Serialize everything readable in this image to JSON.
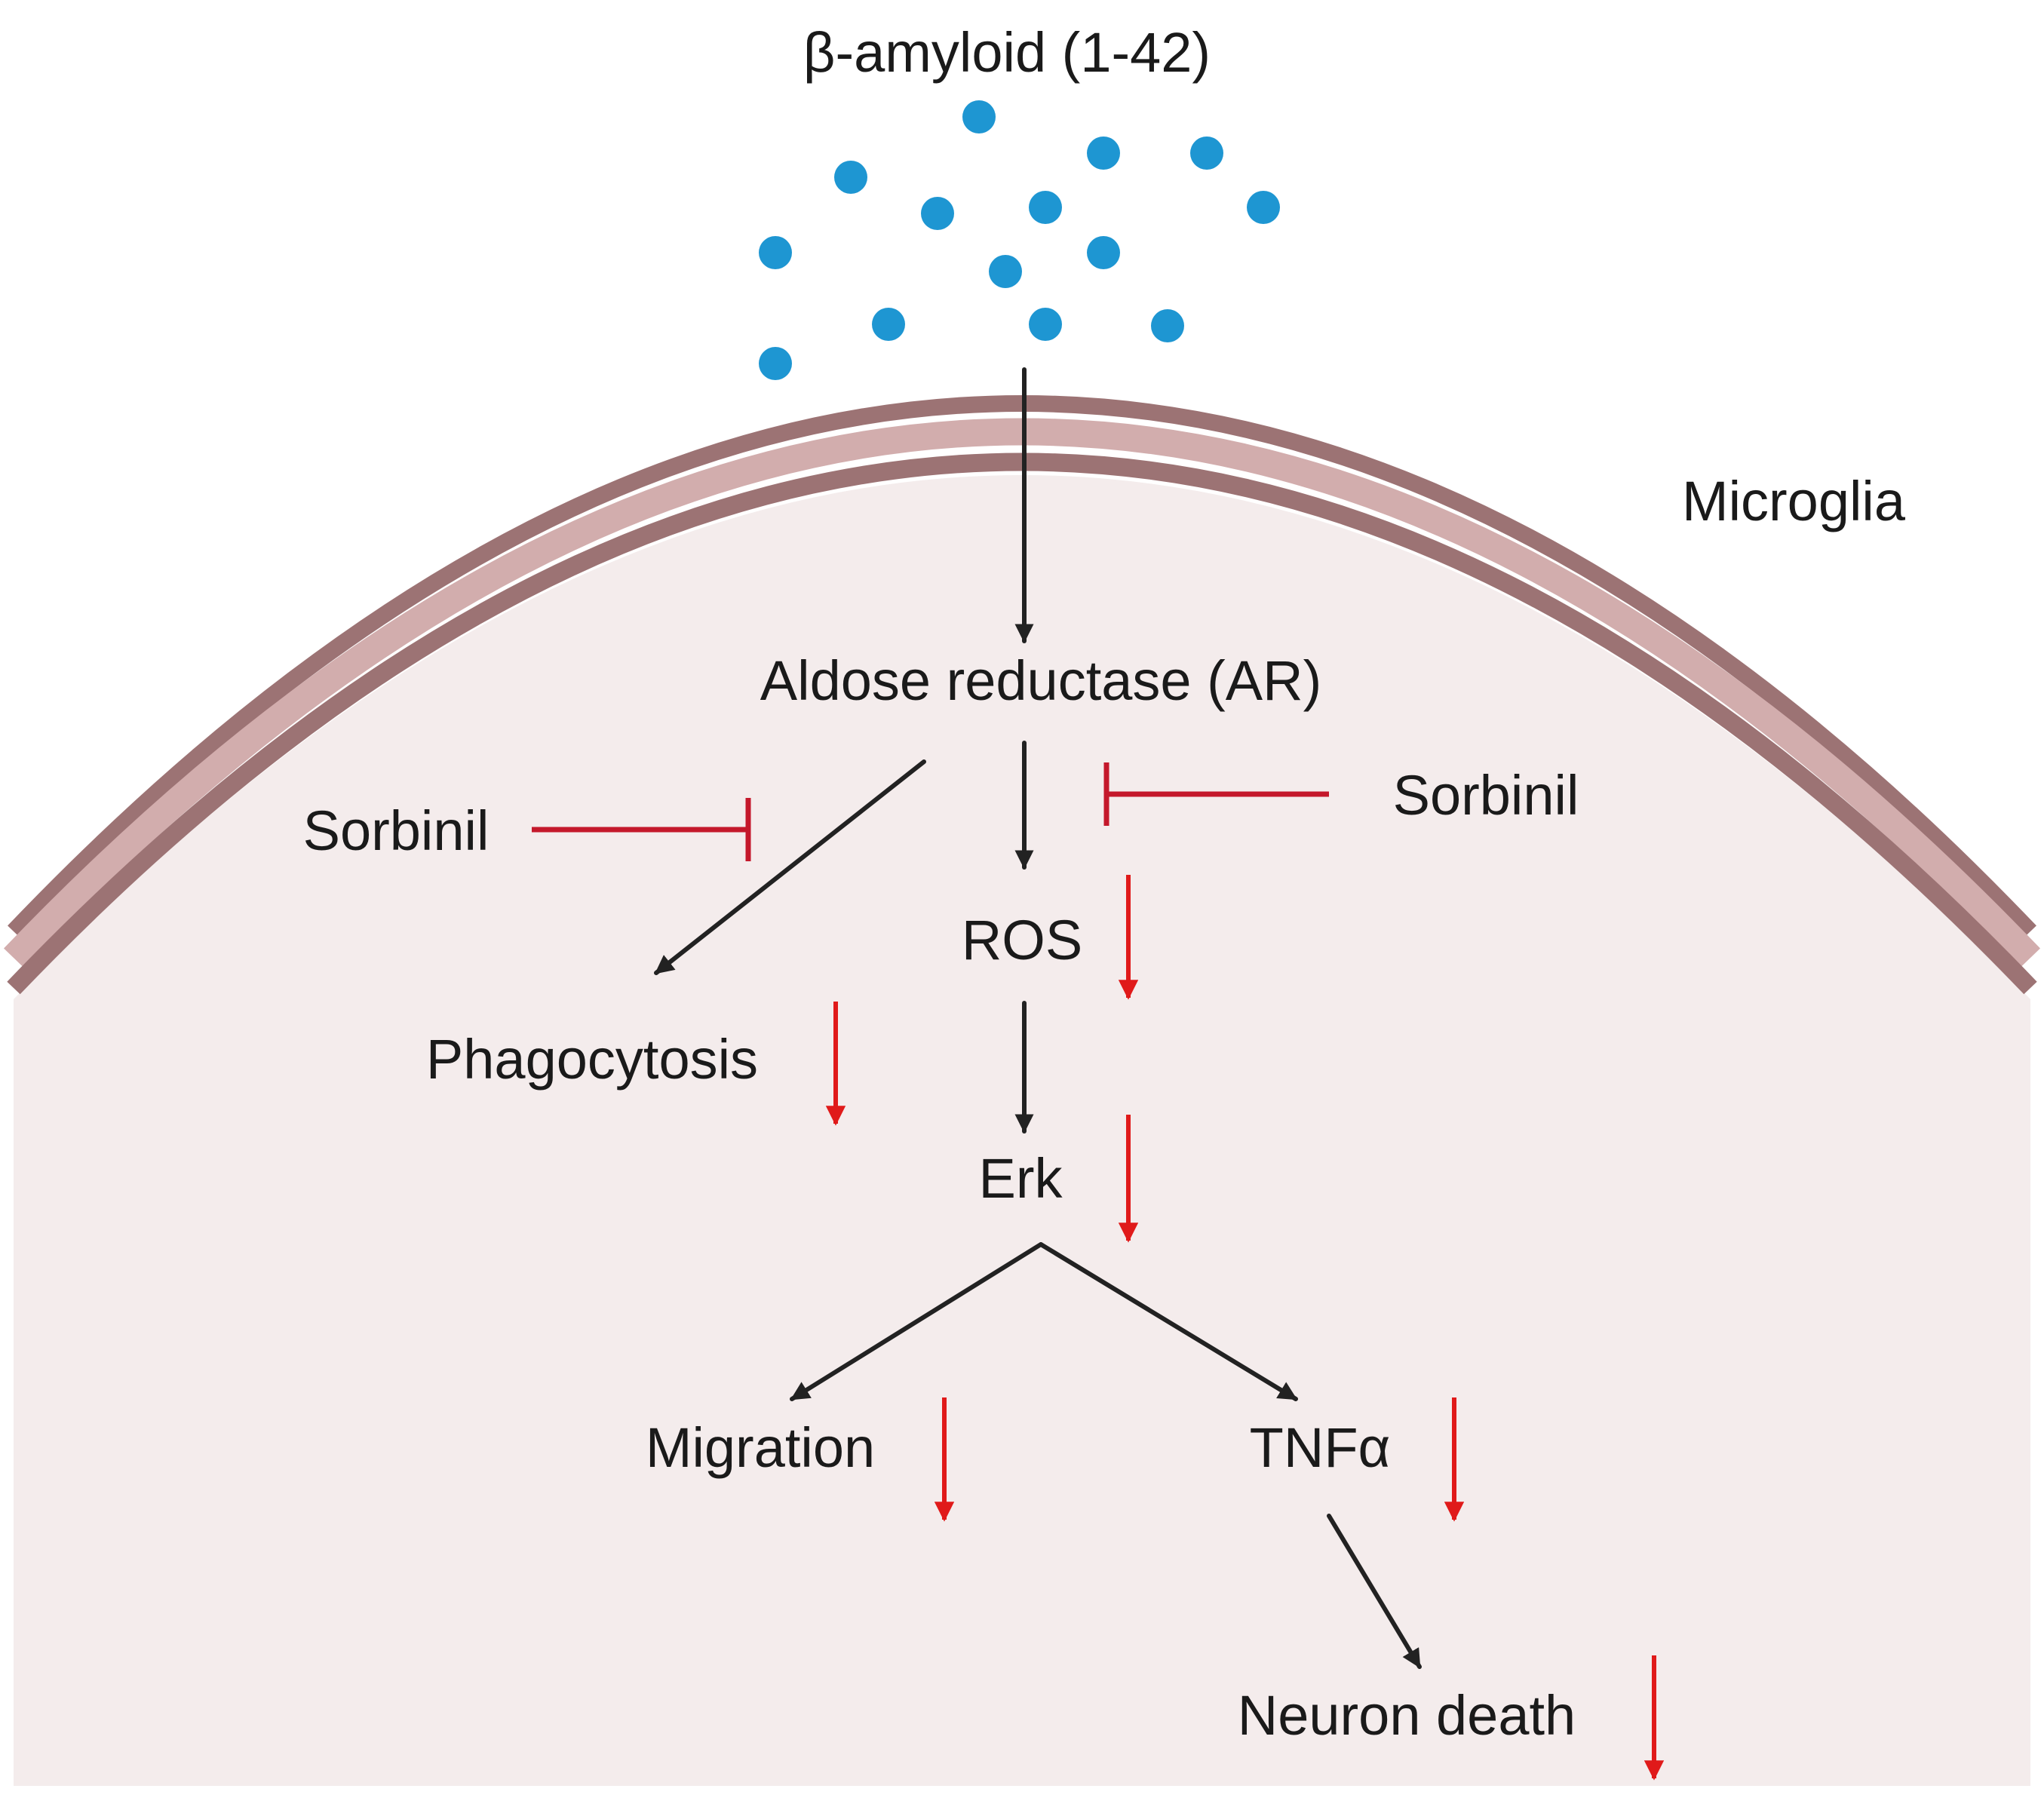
{
  "labels": {
    "amyloid": "β-amyloid (1-42)",
    "cell": "Microglia",
    "ar": "Aldose reductase (AR)",
    "sorbinil_left": "Sorbinil",
    "sorbinil_right": "Sorbinil",
    "ros": "ROS",
    "phagocytosis": "Phagocytosis",
    "erk": "Erk",
    "migration": "Migration",
    "tnf": "TNFα",
    "neuron_death": "Neuron death"
  },
  "colors": {
    "particle": "#1e96d2",
    "membrane_outer": "#9c7374",
    "membrane_inner": "#d2adad",
    "cytoplasm": "#f4ecec",
    "arrow": "#222222",
    "decrease_arrow": "#e01a1a",
    "inhibitor": "#c4182b"
  },
  "icons": {
    "particles": "amyloid-particle-icon",
    "decrease": "down-arrow-icon",
    "inhibition": "inhibition-bar-icon"
  }
}
